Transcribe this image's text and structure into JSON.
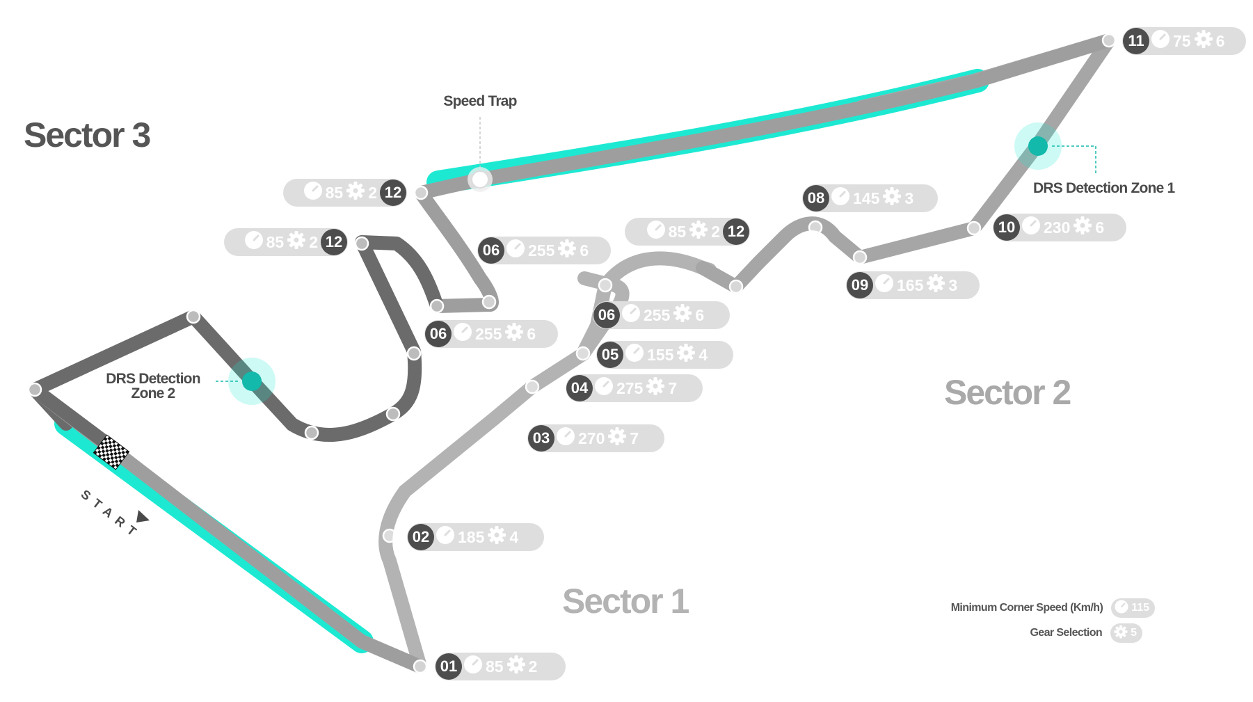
{
  "sectors": [
    {
      "label": "Sector 3",
      "color": "#555555"
    },
    {
      "label": "Sector 2",
      "color": "#a9a9a9"
    },
    {
      "label": "Sector 1",
      "color": "#b3b3b3"
    }
  ],
  "callouts": {
    "speed_trap": "Speed Trap",
    "drs_zone_1": "DRS Detection Zone 1",
    "drs_zone_2_line1": "DRS Detection",
    "drs_zone_2_line2": "Zone 2",
    "start": "START"
  },
  "corners": [
    {
      "num": "01",
      "speed": "85",
      "gear": "2"
    },
    {
      "num": "02",
      "speed": "185",
      "gear": "4"
    },
    {
      "num": "03",
      "speed": "270",
      "gear": "7"
    },
    {
      "num": "04",
      "speed": "275",
      "gear": "7"
    },
    {
      "num": "05",
      "speed": "155",
      "gear": "4"
    },
    {
      "num": "06",
      "speed": "255",
      "gear": "6"
    },
    {
      "num": "12",
      "speed": "85",
      "gear": "2"
    },
    {
      "num": "08",
      "speed": "145",
      "gear": "3"
    },
    {
      "num": "09",
      "speed": "165",
      "gear": "3"
    },
    {
      "num": "10",
      "speed": "230",
      "gear": "6"
    },
    {
      "num": "11",
      "speed": "75",
      "gear": "6"
    },
    {
      "num": "06",
      "speed": "255",
      "gear": "6"
    },
    {
      "num": "06",
      "speed": "255",
      "gear": "6"
    },
    {
      "num": "12",
      "speed": "85",
      "gear": "2"
    },
    {
      "num": "12",
      "speed": "85",
      "gear": "2"
    }
  ],
  "legend": {
    "speed_label": "Minimum Corner Speed (Km/h)",
    "speed_example": "115",
    "gear_label": "Gear Selection",
    "gear_example": "5"
  },
  "colors": {
    "drs": "#1de9d2",
    "drs_marker": "#13b9ab",
    "sector1_track": "#b3b3b3",
    "sector2_track": "#a6a6a6",
    "sector3_track": "#6b6b6b",
    "corner_number_bg": "#4d4d4d",
    "pill_bg": "#dedede"
  },
  "icons": [
    "speedometer-icon",
    "gear-icon",
    "checkered-flag-icon",
    "start-arrow-icon"
  ]
}
